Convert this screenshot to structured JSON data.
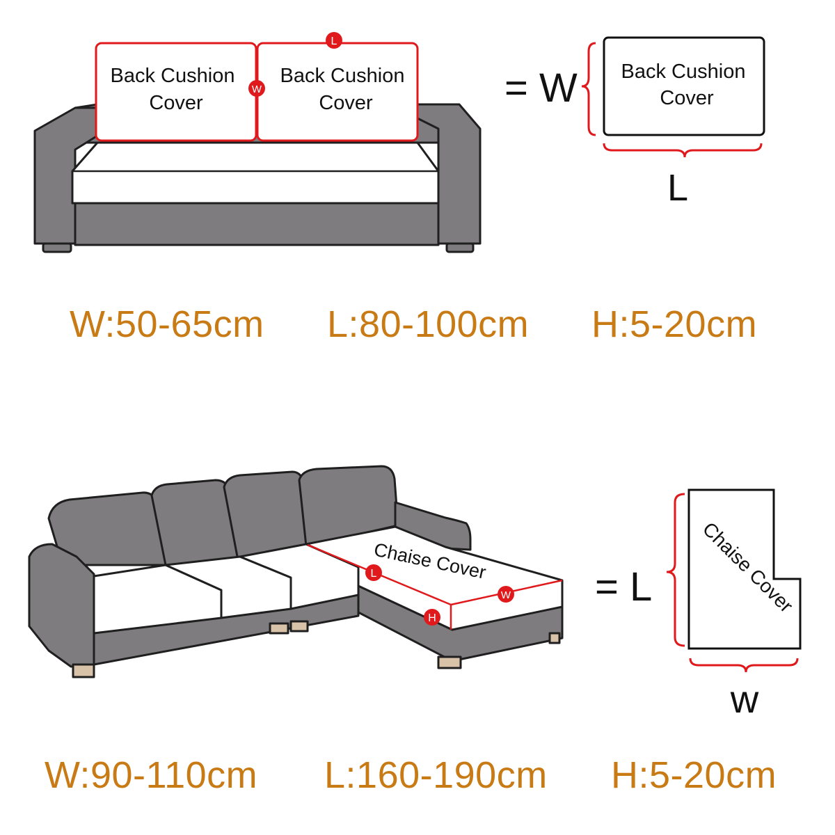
{
  "colors": {
    "sofa_gray": "#7e7c7e",
    "outline": "#1f1f1f",
    "cushion_white": "#ffffff",
    "marker_red": "#e0191c",
    "measure_orange": "#c87a14",
    "leg_tan": "#d9c3a8"
  },
  "top_section": {
    "left_cushion_label_line1": "Back Cushion",
    "left_cushion_label_line2": "Cover",
    "right_cushion_label_line1": "Back Cushion",
    "right_cushion_label_line2": "Cover",
    "marker_length": "L",
    "marker_width": "W",
    "equation": "= W",
    "shape_label_line1": "Back Cushion",
    "shape_label_line2": "Cover",
    "shape_length_letter": "L",
    "measurements": {
      "width": "W:50-65cm",
      "length": "L:80-100cm",
      "height": "H:5-20cm"
    }
  },
  "bottom_section": {
    "chaise_label": "Chaise Cover",
    "marker_length": "L",
    "marker_width": "W",
    "marker_height": "H",
    "equation": "= L",
    "shape_label": "Chaise Cover",
    "shape_width_letter": "w",
    "measurements": {
      "width": "W:90-110cm",
      "length": "L:160-190cm",
      "height": "H:5-20cm"
    }
  }
}
